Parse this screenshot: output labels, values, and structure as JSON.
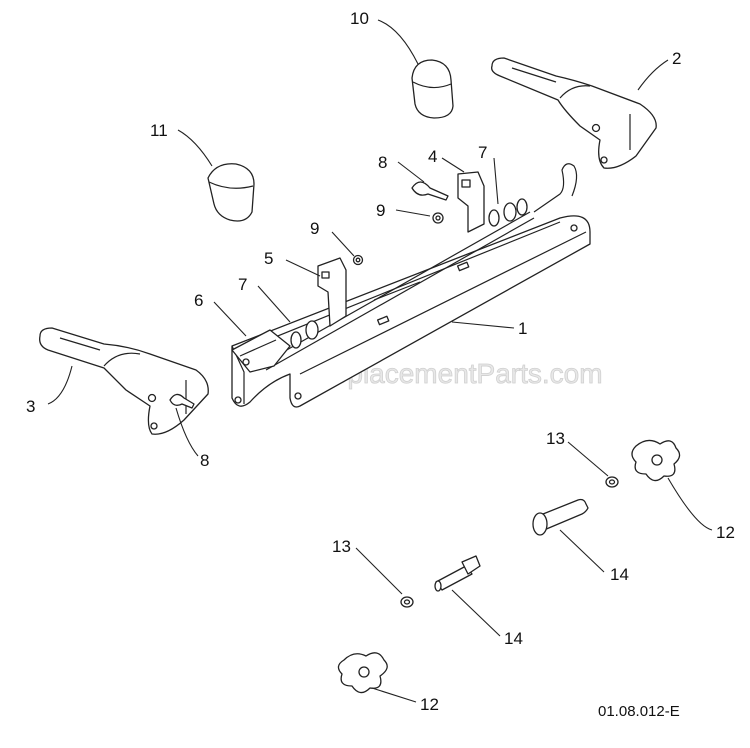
{
  "watermark": "eReplacementParts.com",
  "drawing_code": "01.08.012-E",
  "callouts": {
    "c1": "1",
    "c2": "2",
    "c3": "3",
    "c4": "4",
    "c5": "5",
    "c6": "6",
    "c7a": "7",
    "c7b": "7",
    "c8a": "8",
    "c8b": "8",
    "c9a": "9",
    "c9b": "9",
    "c10": "10",
    "c11": "11",
    "c12a": "12",
    "c12b": "12",
    "c13a": "13",
    "c13b": "13",
    "c14a": "14",
    "c14b": "14"
  }
}
